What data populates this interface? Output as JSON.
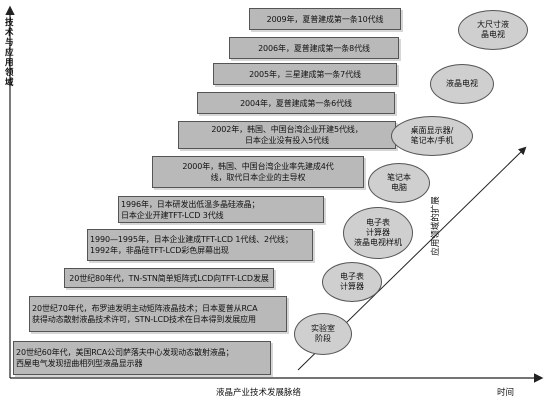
{
  "axes": {
    "y_label": "技术与应用领域",
    "x_label": "液晶产业技术发展脉络",
    "x_end_label": "时间",
    "trend_label": "应用领域的扩展"
  },
  "milestones": [
    {
      "id": "1960s",
      "text": "20世纪60年代，美国RCA公司萨落夫中心发现动态散射液晶；\n西屋电气发现扭曲相列型液晶显示器"
    },
    {
      "id": "1970s",
      "text": "20世纪70年代，布罗迪发明主动矩阵液晶技术；日本夏普从RCA\n获得动态散射液晶技术许可，STN-LCD技术在日本得到发展应用"
    },
    {
      "id": "1980s",
      "text": "20世纪80年代，TN-STN简单矩阵式LCD向TFT-LCD发展"
    },
    {
      "id": "1990-1995",
      "text": "1990—1995年，日本企业建成TFT-LCD 1代线、2代线；\n1992年，非晶硅TFT-LCD彩色屏幕出现"
    },
    {
      "id": "1996",
      "text": "1996年，日本研发出低温多晶硅液晶；\n日本企业开建TFT-LCD 3代线"
    },
    {
      "id": "2000",
      "text": "2000年，韩国、中国台湾企业率先建成4代\n线，取代日本企业的主导权"
    },
    {
      "id": "2002",
      "text": "2002年，韩国、中国台湾企业开建5代线，\n日本企业没有投入5代线"
    },
    {
      "id": "2004",
      "text": "2004年，夏普建成第一条6代线"
    },
    {
      "id": "2005",
      "text": "2005年，三星建成第一条7代线"
    },
    {
      "id": "2006",
      "text": "2006年，夏普建成第一条8代线"
    },
    {
      "id": "2009",
      "text": "2009年，夏普建成第一条10代线"
    }
  ],
  "applications": [
    {
      "id": "lab",
      "text": "实验室\n阶段"
    },
    {
      "id": "watch-calc",
      "text": "电子表\n计算器"
    },
    {
      "id": "watch-calc-tv",
      "text": "电子表\n计算器\n液晶电视样机"
    },
    {
      "id": "laptop",
      "text": "笔记本\n电脑"
    },
    {
      "id": "desktop-mobile",
      "text": "桌面显示器/\n笔记本/手机"
    },
    {
      "id": "lcd-tv",
      "text": "液晶电视"
    },
    {
      "id": "large-tv",
      "text": "大尺寸液\n晶电视"
    }
  ],
  "colors": {
    "step_fill": "#b9b9b9",
    "oval_fill": "#cfcfcf",
    "line": "#222222"
  }
}
